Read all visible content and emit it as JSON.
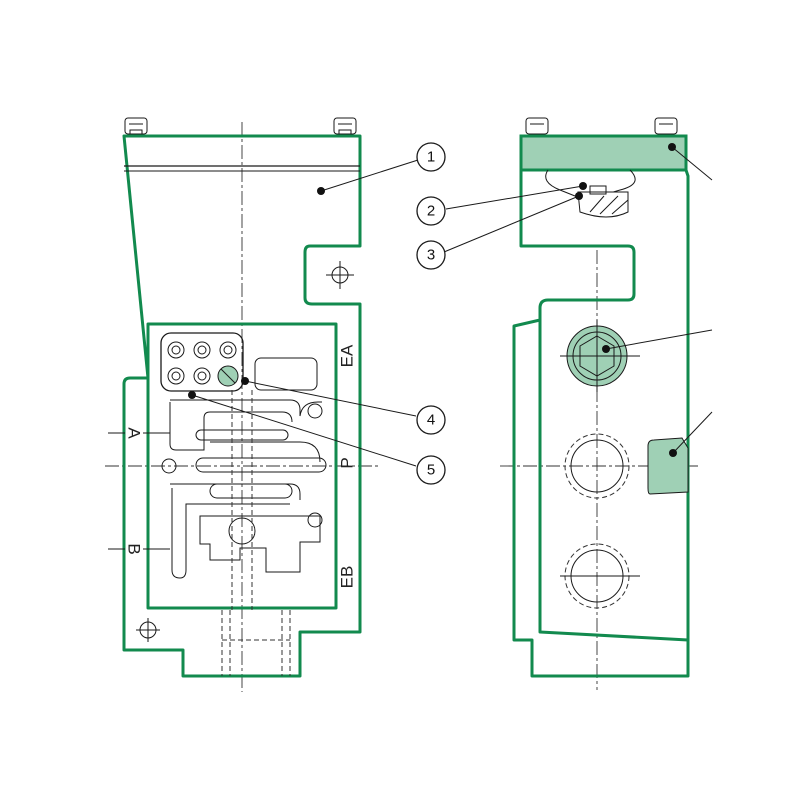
{
  "callouts": [
    {
      "label": "1"
    },
    {
      "label": "2"
    },
    {
      "label": "3"
    },
    {
      "label": "4"
    },
    {
      "label": "5"
    }
  ],
  "port_labels": {
    "a": "A",
    "b": "B",
    "ea": "EA",
    "p": "P",
    "eb": "EB"
  },
  "colors": {
    "outline": "#128a4e",
    "highlight": "#9fd0b5"
  }
}
